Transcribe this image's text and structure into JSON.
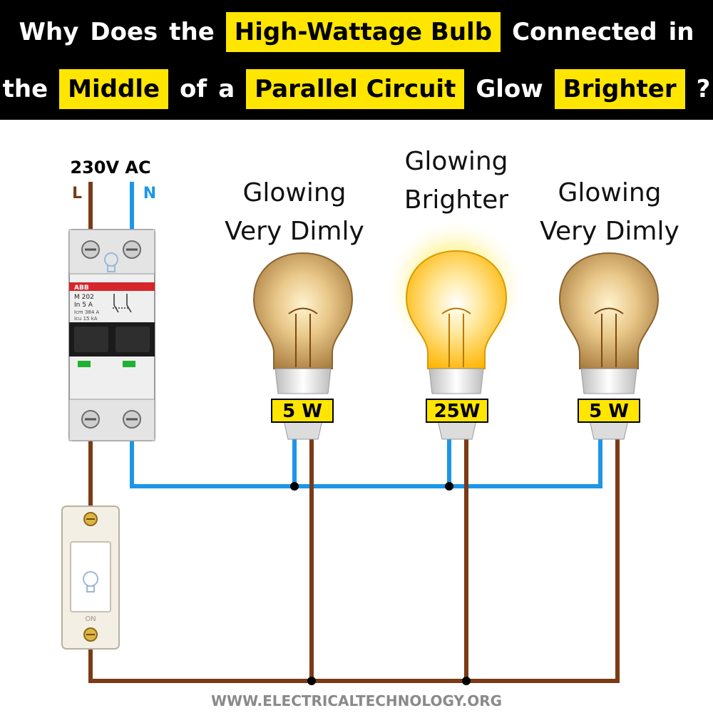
{
  "header": {
    "line1": [
      "Why",
      "Does",
      "the",
      "High-Wattage Bulb",
      "Connected",
      "in"
    ],
    "line2": [
      "the",
      "Middle",
      "of",
      "a",
      "Parallel Circuit",
      "Glow",
      "Brighter",
      "?"
    ]
  },
  "supply": {
    "voltage": "230V AC",
    "live": "L",
    "neutral": "N"
  },
  "breaker": {
    "brand": "ABB",
    "model": "M 202",
    "rating": "In 5 A",
    "spec1": "Icm 384 A",
    "spec2": "Icu 15 kA"
  },
  "switch": {
    "state": "ON"
  },
  "bulbs": [
    {
      "status_line1": "Glowing",
      "status_line2": "Very Dimly",
      "wattage": "5 W"
    },
    {
      "status_line1": "Glowing",
      "status_line2": "Brighter",
      "wattage": "25W"
    },
    {
      "status_line1": "Glowing",
      "status_line2": "Very Dimly",
      "wattage": "5 W"
    }
  ],
  "footer": "WWW.ELECTRICALTECHNOLOGY.ORG",
  "colors": {
    "live_wire": "#7a3b16",
    "neutral_wire": "#1c96e8",
    "highlight": "#ffe600",
    "header_bg": "#000000"
  }
}
